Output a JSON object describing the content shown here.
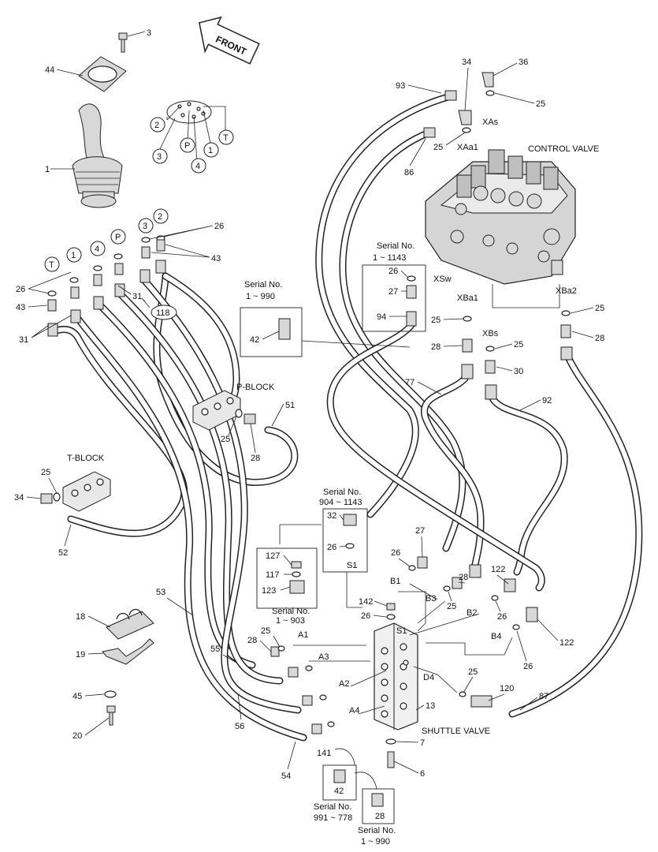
{
  "arrow": {
    "label": "FRONT"
  },
  "assemblies": {
    "control_valve": "CONTROL VALVE",
    "p_block": "P-BLOCK",
    "t_block": "T-BLOCK",
    "shuttle_valve": "SHUTTLE VALVE"
  },
  "circled_ports": [
    "2",
    "3",
    "P",
    "4",
    "1",
    "T"
  ],
  "circled_ports_upper": [
    "3",
    "2"
  ],
  "circled_ports_mid": [
    "T",
    "1",
    "4",
    "P"
  ],
  "callout_118": "118",
  "serial_boxes": {
    "s990_title": "Serial No.",
    "s990_range": "1 ~ 990",
    "s1143_title": "Serial No.",
    "s1143_range": "1 ~ 1143",
    "s904_title": "Serial No.",
    "s904_range": "904 ~ 1143",
    "s903_title": "Serial No.",
    "s903_range": "1 ~ 903",
    "s778_title": "Serial No.",
    "s778_range": "991 ~ 778",
    "s990b_title": "Serial No.",
    "s990b_range": "1 ~ 990"
  },
  "ports": {
    "xas": "XAs",
    "xaa1": "XAa1",
    "xsw": "XSw",
    "xba1": "XBa1",
    "xbs": "XBs",
    "xba2": "XBa2",
    "b1": "B1",
    "b2": "B2",
    "b3": "B3",
    "b4": "B4",
    "a1": "A1",
    "a2": "A2",
    "a3": "A3",
    "a4": "A4",
    "s1_top": "S1",
    "s1_block": "S1",
    "d4": "D4"
  },
  "part_numbers": {
    "p3": "3",
    "p44": "44",
    "p1": "1",
    "p26a": "26",
    "p43a": "43",
    "p26b": "26",
    "p43b": "43",
    "p31a": "31",
    "p31b": "31",
    "p93": "93",
    "p34a": "34",
    "p36": "36",
    "p25a": "25",
    "p25b": "25",
    "p86": "86",
    "p26c": "26",
    "p27a": "27",
    "p94": "94",
    "p25c": "25",
    "p28a": "28",
    "p25d": "25",
    "p28b": "28",
    "p25e": "25",
    "p30": "30",
    "p77": "77",
    "p92": "92",
    "p42a": "42",
    "p51": "51",
    "p25f": "25",
    "p28c": "28",
    "p25g": "25",
    "p34b": "34",
    "p52": "52",
    "p32": "32",
    "p26d": "26",
    "p127": "127",
    "p117": "117",
    "p123": "123",
    "p27b": "27",
    "p26e": "26",
    "p122a": "122",
    "p28d": "28",
    "p25h": "25",
    "p26f": "26",
    "p122b": "122",
    "p26g": "26",
    "p53": "53",
    "p18": "18",
    "p19": "19",
    "p45": "45",
    "p20": "20",
    "p142": "142",
    "p26h": "26",
    "p28e": "28",
    "p25i": "25",
    "p55": "55",
    "p56": "56",
    "p54": "54",
    "p141": "141",
    "p42b": "42",
    "p28f": "28",
    "p13": "13",
    "p7": "7",
    "p6": "6",
    "p25j": "25",
    "p120": "120",
    "p87": "87"
  }
}
